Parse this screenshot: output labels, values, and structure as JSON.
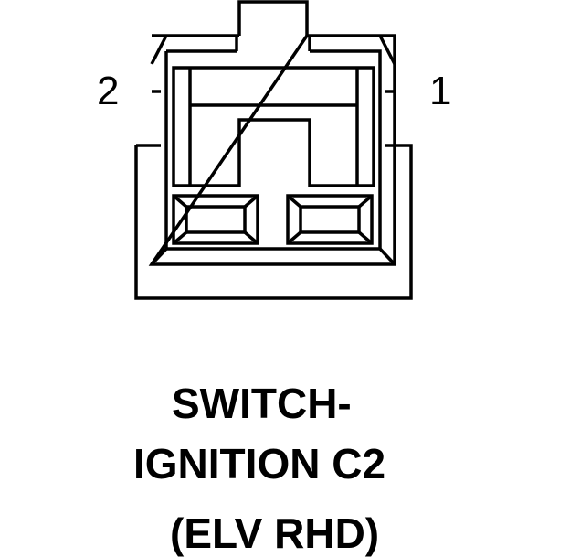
{
  "pins": {
    "left_label": "2",
    "right_label": "1"
  },
  "caption": {
    "line1": "SWITCH-",
    "line2": "IGNITION C2",
    "line3": "(ELV RHD)"
  },
  "colors": {
    "stroke": "#000000",
    "background": "#ffffff"
  }
}
